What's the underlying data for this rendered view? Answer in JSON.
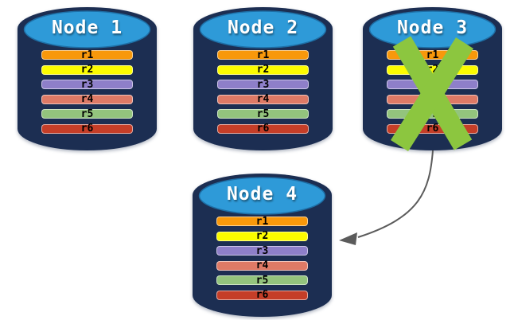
{
  "diagram": {
    "description": "Four database node cylinders; Node 3 is crossed out and an arrow redirects to Node 4",
    "palette": {
      "background": "#FFFFFF",
      "cylinder_body": "#1C2E52",
      "cylinder_top": "#2E9AD8",
      "cylinder_top_stroke": "#1E6FA6",
      "title_text": "#FFFFFF",
      "row_text": "#000000",
      "x_mark": "#8CC63F",
      "arrow": "#5B5B5B"
    },
    "nodes": [
      {
        "title": "Node 1",
        "crossed_out": false,
        "rows": [
          {
            "label": "r1",
            "color": "#F8980B"
          },
          {
            "label": "r2",
            "color": "#FCFC00"
          },
          {
            "label": "r3",
            "color": "#8E7FC9"
          },
          {
            "label": "r4",
            "color": "#DE7A66"
          },
          {
            "label": "r5",
            "color": "#93C47D"
          },
          {
            "label": "r6",
            "color": "#C53E28"
          }
        ]
      },
      {
        "title": "Node 2",
        "crossed_out": false,
        "rows": [
          {
            "label": "r1",
            "color": "#F8980B"
          },
          {
            "label": "r2",
            "color": "#FCFC00"
          },
          {
            "label": "r3",
            "color": "#8E7FC9"
          },
          {
            "label": "r4",
            "color": "#DE7A66"
          },
          {
            "label": "r5",
            "color": "#93C47D"
          },
          {
            "label": "r6",
            "color": "#C53E28"
          }
        ]
      },
      {
        "title": "Node 3",
        "crossed_out": true,
        "rows": [
          {
            "label": "r1",
            "color": "#F8980B"
          },
          {
            "label": "r2",
            "color": "#FCFC00"
          },
          {
            "label": "r3",
            "color": "#8E7FC9"
          },
          {
            "label": "r4",
            "color": "#DE7A66"
          },
          {
            "label": "r5",
            "color": "#93C47D"
          },
          {
            "label": "r6",
            "color": "#C53E28"
          }
        ]
      },
      {
        "title": "Node 4",
        "crossed_out": false,
        "rows": [
          {
            "label": "r1",
            "color": "#F8980B"
          },
          {
            "label": "r2",
            "color": "#FCFC00"
          },
          {
            "label": "r3",
            "color": "#8E7FC9"
          },
          {
            "label": "r4",
            "color": "#DE7A66"
          },
          {
            "label": "r5",
            "color": "#93C47D"
          },
          {
            "label": "r6",
            "color": "#C53E28"
          }
        ]
      }
    ],
    "arrow": {
      "from": "Node 3",
      "to": "Node 4"
    }
  }
}
